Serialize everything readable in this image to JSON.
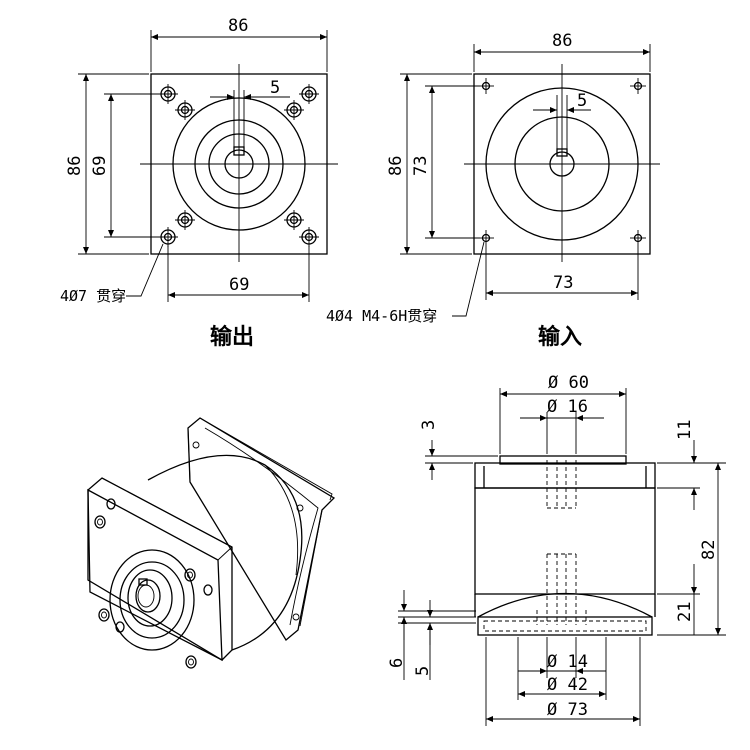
{
  "output_view": {
    "caption": "输出",
    "dim_width": "86",
    "dim_height": "86",
    "dim_hole_v": "69",
    "dim_hole_h": "69",
    "dim_key": "5",
    "hole_note": "4Ø7 贯穿"
  },
  "input_view": {
    "caption": "输入",
    "dim_width": "86",
    "dim_height": "86",
    "dim_hole_v": "73",
    "dim_hole_h": "73",
    "dim_key": "5",
    "hole_note": "4Ø4 M4-6H贯穿"
  },
  "side_view": {
    "dia_top_outer": "Ø 60",
    "dia_top_inner": "Ø 16",
    "dim_top_step": "3",
    "dim_top_right": "11",
    "dim_total_height": "82",
    "dim_lower": "21",
    "dim_bot_6": "6",
    "dim_bot_5": "5",
    "dia_bot_14": "Ø 14",
    "dia_bot_42": "Ø 42",
    "dia_bot_73": "Ø 73"
  }
}
